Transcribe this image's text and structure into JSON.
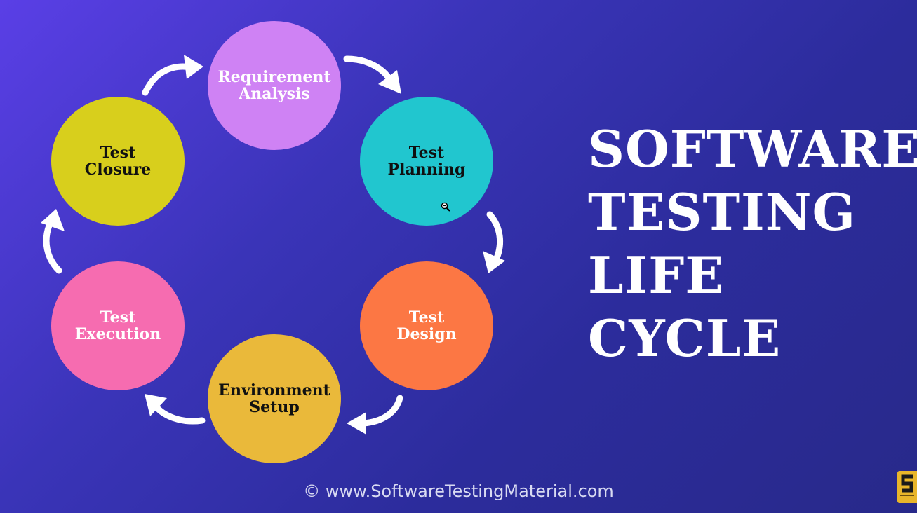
{
  "diagram": {
    "nodes": [
      {
        "id": "requirement-analysis",
        "line1": "Requirement",
        "line2": "Analysis",
        "color": "#cf82f4"
      },
      {
        "id": "test-planning",
        "line1": "Test",
        "line2": "Planning",
        "color": "#21c6cf"
      },
      {
        "id": "test-design",
        "line1": "Test",
        "line2": "Design",
        "color": "#fc7744"
      },
      {
        "id": "environment-setup",
        "line1": "Environment",
        "line2": "Setup",
        "color": "#eab93a"
      },
      {
        "id": "test-execution",
        "line1": "Test",
        "line2": "Execution",
        "color": "#f66cb0"
      },
      {
        "id": "test-closure",
        "line1": "Test",
        "line2": "Closure",
        "color": "#d8cf1c"
      }
    ]
  },
  "title": {
    "line1": "SOFTWARE",
    "line2": "TESTING",
    "line3": "LIFE",
    "line4": "CYCLE"
  },
  "footer": {
    "text": "© www.SoftwareTestingMaterial.com"
  },
  "icons": {
    "cursor": "zoom-cursor-icon",
    "logo": "brand-logo-icon"
  },
  "colors": {
    "background_start": "#5a3fe6",
    "background_end": "#28298a",
    "arrow": "#ffffff"
  }
}
